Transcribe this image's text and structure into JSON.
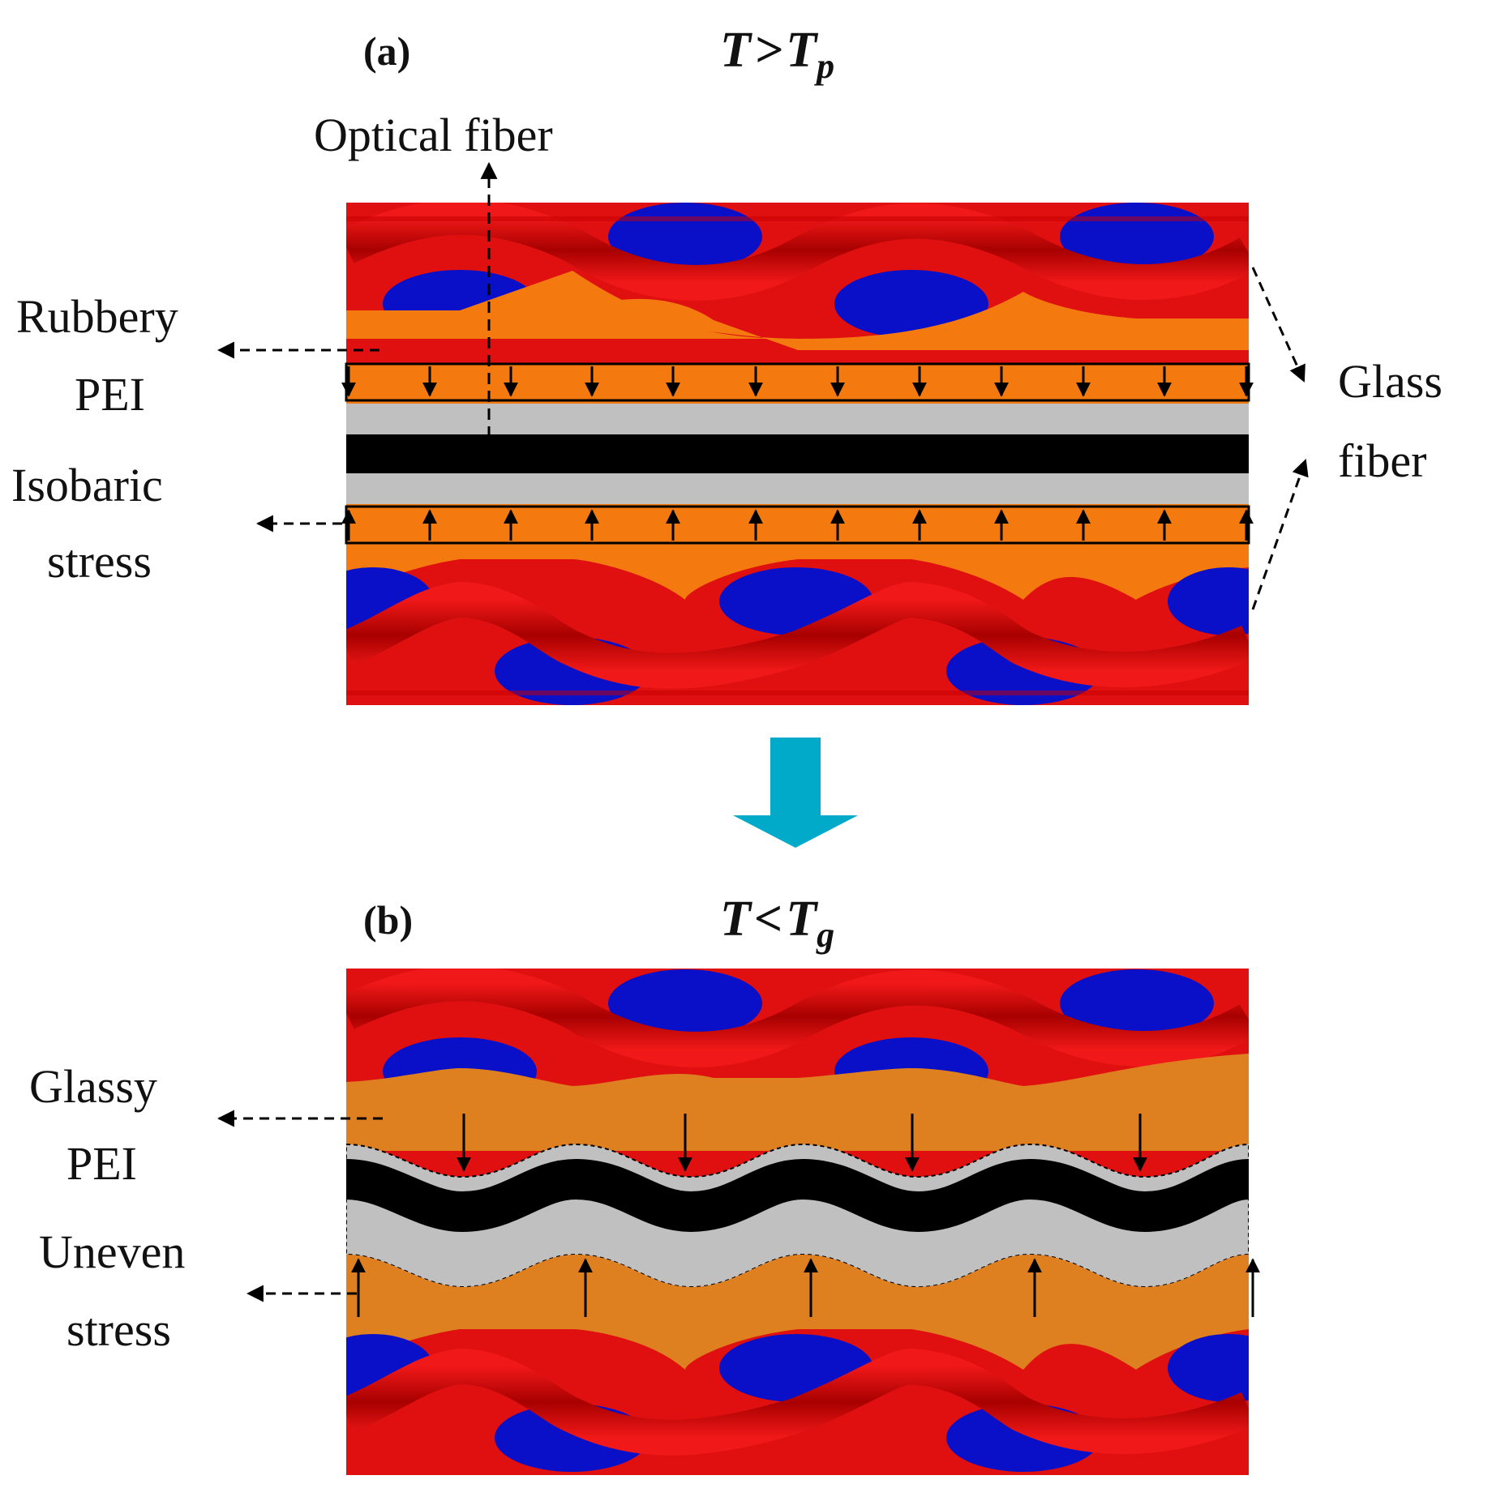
{
  "panel_a": {
    "tag": "(a)",
    "temp_T": "T",
    "temp_op": ">",
    "temp_sub": "p",
    "label_optical_fiber": "Optical fiber",
    "label_rubbery_1": "Rubbery",
    "label_rubbery_2": "PEI",
    "label_isobaric_1": "Isobaric",
    "label_isobaric_2": "stress",
    "label_glass_1": "Glass",
    "label_glass_2": "fiber"
  },
  "panel_b": {
    "tag": "(b)",
    "temp_T": "T",
    "temp_op": "<",
    "temp_sub": "g",
    "label_glassy_1": "Glassy",
    "label_glassy_2": "PEI",
    "label_uneven_1": "Uneven",
    "label_uneven_2": "stress"
  },
  "colors": {
    "weave_red": "#e01010",
    "weave_dark_red": "#b80000",
    "yarn_blue": "#0a0fc8",
    "rubbery_pei": "#f47a10",
    "glassy_pei": "#de8020",
    "cladding_gray": "#c0c0c0",
    "core_black": "#000000",
    "transition_arrow": "#00aac8"
  }
}
